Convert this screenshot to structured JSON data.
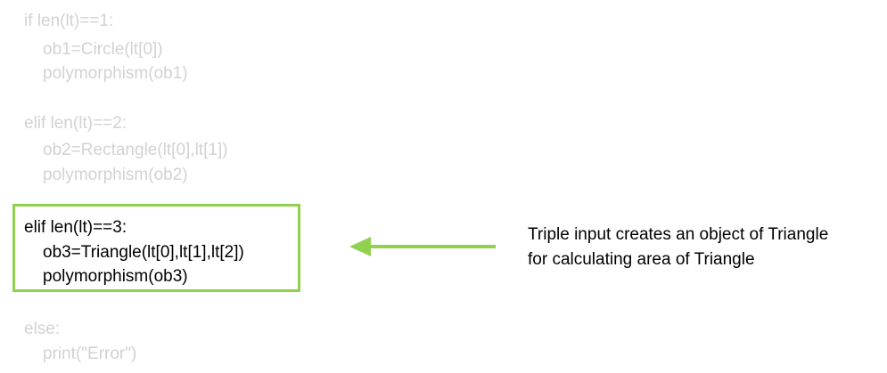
{
  "code": {
    "block1": {
      "line1": "if len(lt)==1:",
      "line2": "ob1=Circle(lt[0])",
      "line3": "polymorphism(ob1)"
    },
    "block2": {
      "line1": "elif len(lt)==2:",
      "line2": "ob2=Rectangle(lt[0],lt[1])",
      "line3": "polymorphism(ob2)"
    },
    "block3": {
      "line1": "elif len(lt)==3:",
      "line2": "ob3=Triangle(lt[0],lt[1],lt[2])",
      "line3": "polymorphism(ob3)"
    },
    "block4": {
      "line1": "else:",
      "line2": "print(\"Error\")"
    }
  },
  "annotation": {
    "line1": "Triple input creates an object of Triangle",
    "line2": "for calculating area of Triangle"
  },
  "colors": {
    "faded_text": "#d2d2d2",
    "active_text": "#000000",
    "highlight": "#92d050"
  }
}
